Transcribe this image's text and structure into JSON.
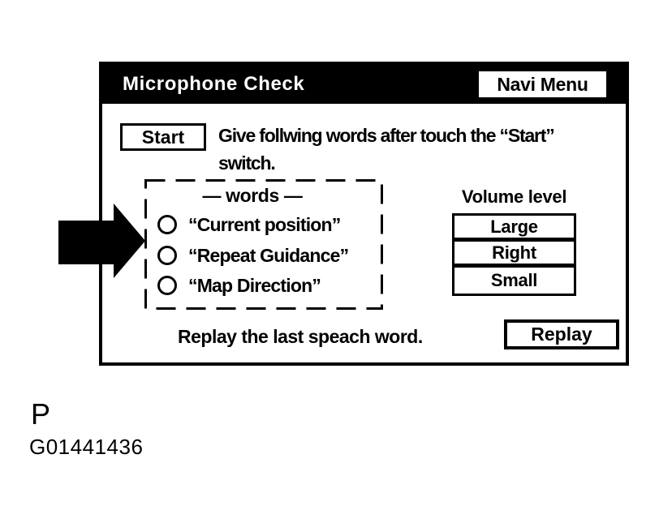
{
  "colors": {
    "ink": "#000000",
    "paper": "#ffffff"
  },
  "screen": {
    "title": "Microphone Check",
    "navi_menu_button": "Navi Menu",
    "start_button": "Start",
    "instruction_line1": "Give follwing words after touch the “Start”",
    "instruction_line2": "switch.",
    "words_box": {
      "heading": "— words —",
      "items": [
        {
          "label": "“Current position”"
        },
        {
          "label": "“Repeat Guidance”"
        },
        {
          "label": "“Map Direction”"
        }
      ]
    },
    "volume": {
      "heading": "Volume level",
      "buttons": [
        {
          "label": "Large"
        },
        {
          "label": "Right"
        },
        {
          "label": "Small"
        }
      ]
    },
    "replay_caption": "Replay the last speach word.",
    "replay_button": "Replay"
  },
  "annotations": {
    "page_letter": "P",
    "figure_code": "G01441436"
  }
}
